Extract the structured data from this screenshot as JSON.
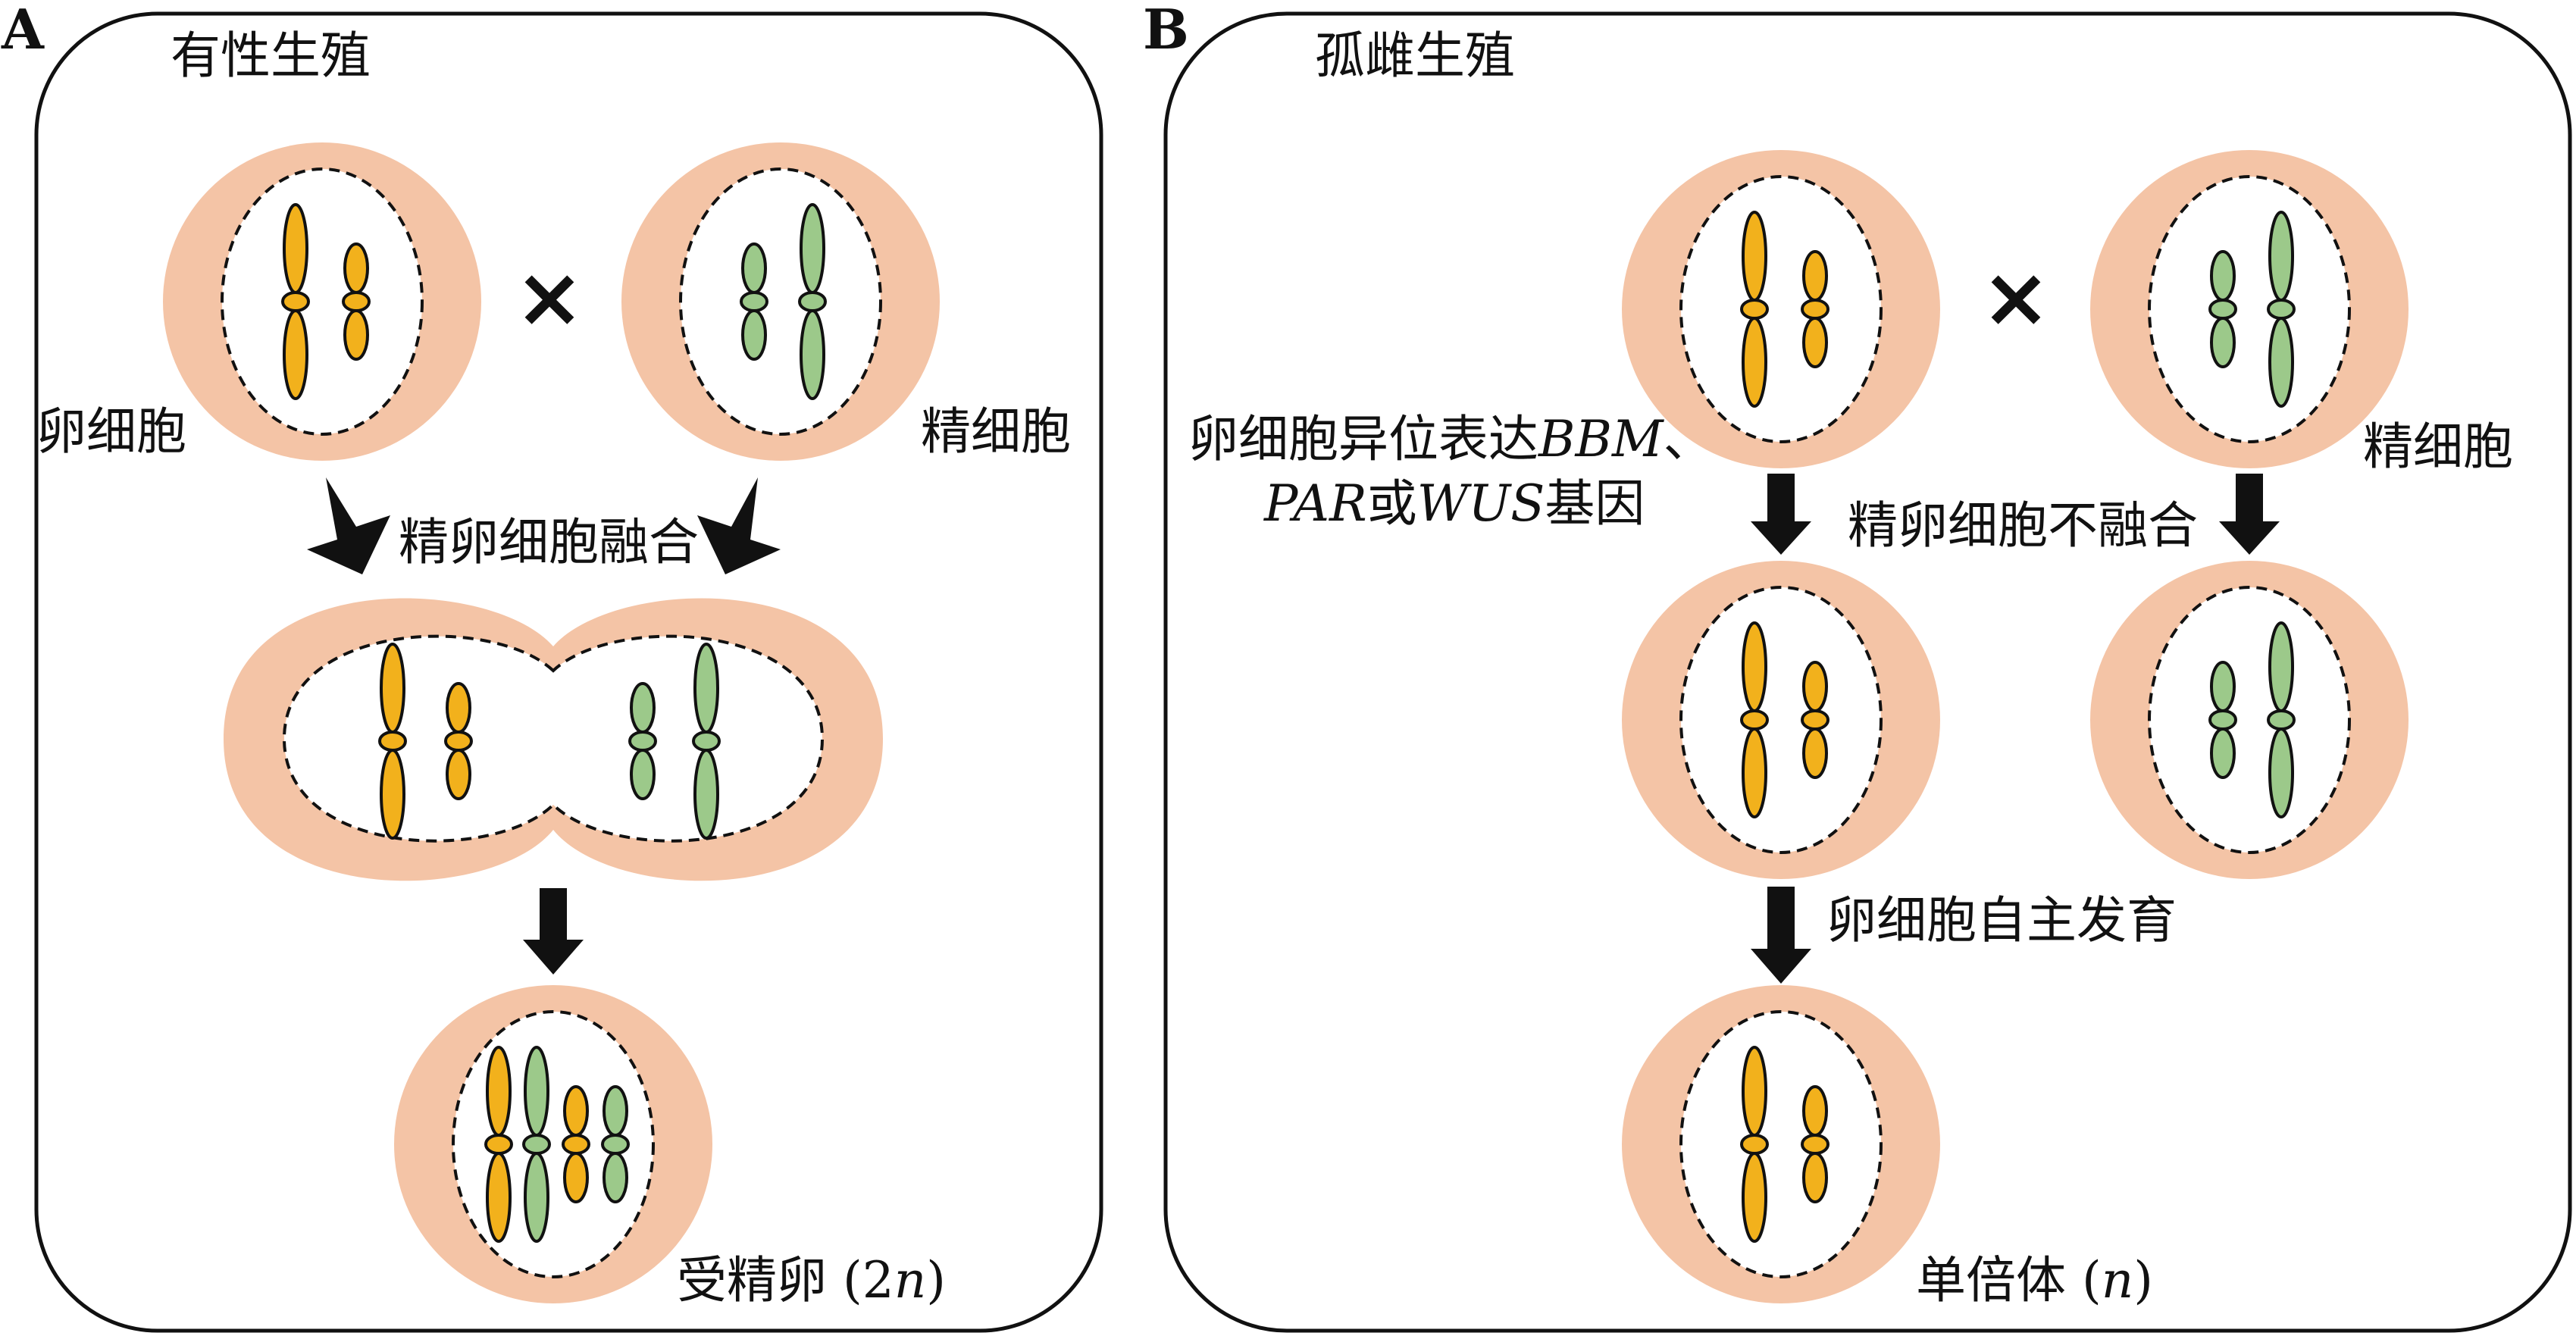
{
  "colors": {
    "cytoplasm": "#f4c4a6",
    "egg_chromosome": "#f2b11c",
    "sperm_chromosome": "#9cc98a",
    "outline": "#111111",
    "background": "#ffffff"
  },
  "panel_a": {
    "letter": "A",
    "title": "有性生殖",
    "egg_label": "卵细胞",
    "sperm_label": "精细胞",
    "cross_symbol": "×",
    "fusion_label": "精卵细胞融合",
    "zygote_label": "受精卵",
    "zygote_ploidy_open": " (2",
    "zygote_ploidy_var": "n",
    "zygote_ploidy_close": ")"
  },
  "panel_b": {
    "letter": "B",
    "title": "孤雌生殖",
    "egg_label_line1_prefix": "卵细胞异位表达",
    "gene_bbm": "BBM",
    "egg_label_line1_sep": "、",
    "gene_par": "PAR",
    "egg_label_line2_mid": "或",
    "gene_wus": "WUS",
    "egg_label_line2_suffix": "基因",
    "sperm_label": "精细胞",
    "cross_symbol": "×",
    "no_fusion_label": "精卵细胞不融合",
    "autonomous_label": "卵细胞自主发育",
    "haploid_label": "单倍体",
    "haploid_ploidy_open": " (",
    "haploid_ploidy_var": "n",
    "haploid_ploidy_close": ")"
  }
}
